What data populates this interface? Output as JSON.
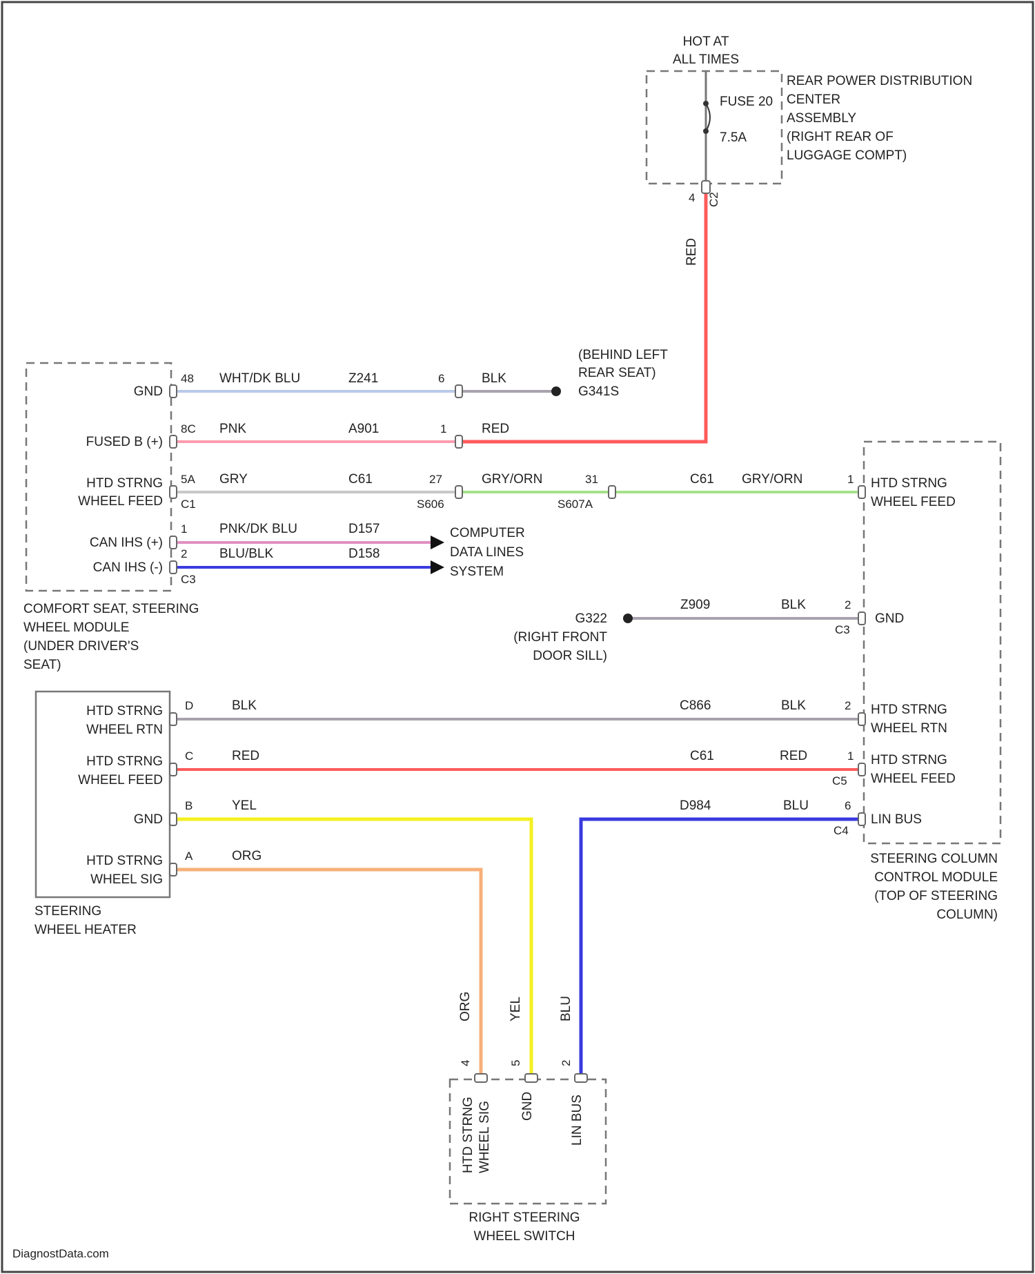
{
  "colors": {
    "red": "#ff5a5a",
    "pink": "#ff9bb0",
    "light_blue": "#b9c9e8",
    "gray": "#c8c8c8",
    "green": "#a6e08a",
    "pink_blue": "#e090c0",
    "blue": "#3a3ae0",
    "black_wire": "#a7a2ad",
    "yellow": "#f3f020",
    "orange": "#f7b07a",
    "frame": "#444444"
  },
  "top_fuse": {
    "hot_at": "HOT AT",
    "all_times": "ALL TIMES",
    "fuse_label": "FUSE 20",
    "fuse_rating": "7.5A",
    "module_lines": [
      "REAR POWER DISTRIBUTION",
      "CENTER",
      "ASSEMBLY",
      "(RIGHT REAR OF",
      "LUGGAGE COMPT)"
    ],
    "pin": "4",
    "connector": "C2",
    "wire_color": "RED"
  },
  "ground_left": {
    "lines": [
      "(BEHIND LEFT",
      "REAR SEAT)",
      "G341S"
    ]
  },
  "comfort_module": {
    "pins": [
      {
        "label": "GND",
        "pin": "48",
        "wire": "WHT/DK BLU",
        "circuit": "Z241",
        "splice_pin": "6",
        "out_wire": "BLK"
      },
      {
        "label": "FUSED B (+)",
        "pin": "8C",
        "wire": "PNK",
        "circuit": "A901",
        "splice_pin": "1",
        "out_wire": "RED"
      },
      {
        "label1": "HTD STRNG",
        "label2": "WHEEL FEED",
        "pin": "5A",
        "connector": "C1",
        "wire": "GRY",
        "circuit": "C61",
        "splice_pin": "27",
        "splice_conn": "S606",
        "out_wire": "GRY/ORN",
        "pin2": "31",
        "splice2": "S607A",
        "circuit2": "C61",
        "wire3": "GRY/ORN",
        "end_pin": "1"
      },
      {
        "label": "CAN IHS (+)",
        "pin": "1",
        "wire": "PNK/DK BLU",
        "circuit": "D157"
      },
      {
        "label": "CAN IHS (-)",
        "pin": "2",
        "connector": "C3",
        "wire": "BLU/BLK",
        "circuit": "D158"
      }
    ],
    "data_lines": [
      "COMPUTER",
      "DATA LINES",
      "SYSTEM"
    ],
    "name_lines": [
      "COMFORT SEAT, STEERING",
      "WHEEL MODULE",
      "(UNDER DRIVER'S",
      "SEAT)"
    ]
  },
  "ground_right": {
    "id": "G322",
    "lines": [
      "(RIGHT FRONT",
      "DOOR SILL)"
    ],
    "circuit": "Z909",
    "wire": "BLK",
    "pin": "2",
    "connector": "C3",
    "label": "GND"
  },
  "steering_heater": {
    "pins": [
      {
        "label1": "HTD STRNG",
        "label2": "WHEEL RTN",
        "pin": "D",
        "wire": "BLK",
        "circuit": "C866",
        "wire2": "BLK",
        "end_pin": "2",
        "end_label1": "HTD STRNG",
        "end_label2": "WHEEL RTN"
      },
      {
        "label1": "HTD STRNG",
        "label2": "WHEEL FEED",
        "pin": "C",
        "wire": "RED",
        "circuit": "C61",
        "wire2": "RED",
        "end_pin": "1",
        "end_connector": "C5",
        "end_label1": "HTD STRNG",
        "end_label2": "WHEEL FEED"
      },
      {
        "label": "GND",
        "pin": "B",
        "wire": "YEL"
      },
      {
        "label1": "HTD STRNG",
        "label2": "WHEEL SIG",
        "pin": "A",
        "wire": "ORG"
      }
    ],
    "name_lines": [
      "STEERING",
      "WHEEL HEATER"
    ]
  },
  "lin_bus": {
    "circuit": "D984",
    "wire": "BLU",
    "pin": "6",
    "connector": "C4",
    "label": "LIN BUS"
  },
  "column_module": {
    "feed_label1": "HTD STRNG",
    "feed_label2": "WHEEL FEED",
    "name_lines": [
      "STEERING COLUMN",
      "CONTROL MODULE",
      "(TOP OF STEERING",
      "COLUMN)"
    ]
  },
  "right_switch": {
    "wires": [
      {
        "wire": "ORG",
        "pin": "4",
        "label1": "HTD STRNG",
        "label2": "WHEEL SIG"
      },
      {
        "wire": "YEL",
        "pin": "5",
        "label1": "GND",
        "label2": ""
      },
      {
        "wire": "BLU",
        "pin": "2",
        "label1": "LIN BUS",
        "label2": ""
      }
    ],
    "name_lines": [
      "RIGHT STEERING",
      "WHEEL SWITCH"
    ]
  },
  "watermark": "DiagnostData.com"
}
